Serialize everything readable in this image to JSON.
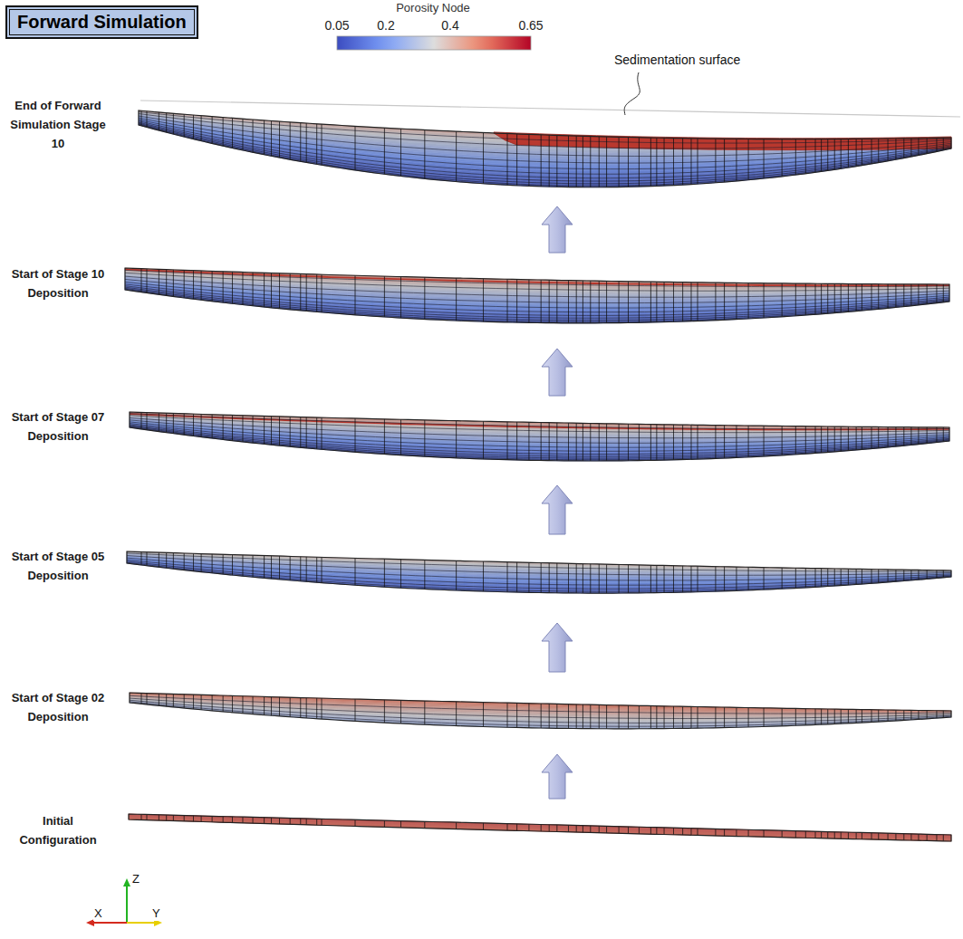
{
  "diagram": {
    "title": "Forward Simulation",
    "nodes": [
      {
        "text": [
          "End of Forward Simulation Stage 10"
        ]
      },
      {
        "text": [
          "Start of Stage 10 Deposition"
        ]
      },
      {
        "text": [
          "Start of Stage 07 Deposition"
        ]
      },
      {
        "text": [
          "Start of Stage 05 Deposition"
        ]
      },
      {
        "text": [
          "Start of Stage 02 Deposition"
        ]
      },
      {
        "text": [
          "Initial Configuration"
        ]
      }
    ],
    "edges": [
      {
        "from": 5,
        "to": 4,
        "arrow": "to"
      },
      {
        "from": 4,
        "to": 3,
        "arrow": "to"
      },
      {
        "from": 3,
        "to": 2,
        "arrow": "to"
      },
      {
        "from": 2,
        "to": 1,
        "arrow": "to"
      },
      {
        "from": 1,
        "to": 0,
        "arrow": "to"
      }
    ],
    "labels": [
      "Porosity Node",
      "0.05",
      "0.2",
      "0.4",
      "0.65",
      "Sedimentation surface",
      "Z",
      "X",
      "Y"
    ]
  }
}
